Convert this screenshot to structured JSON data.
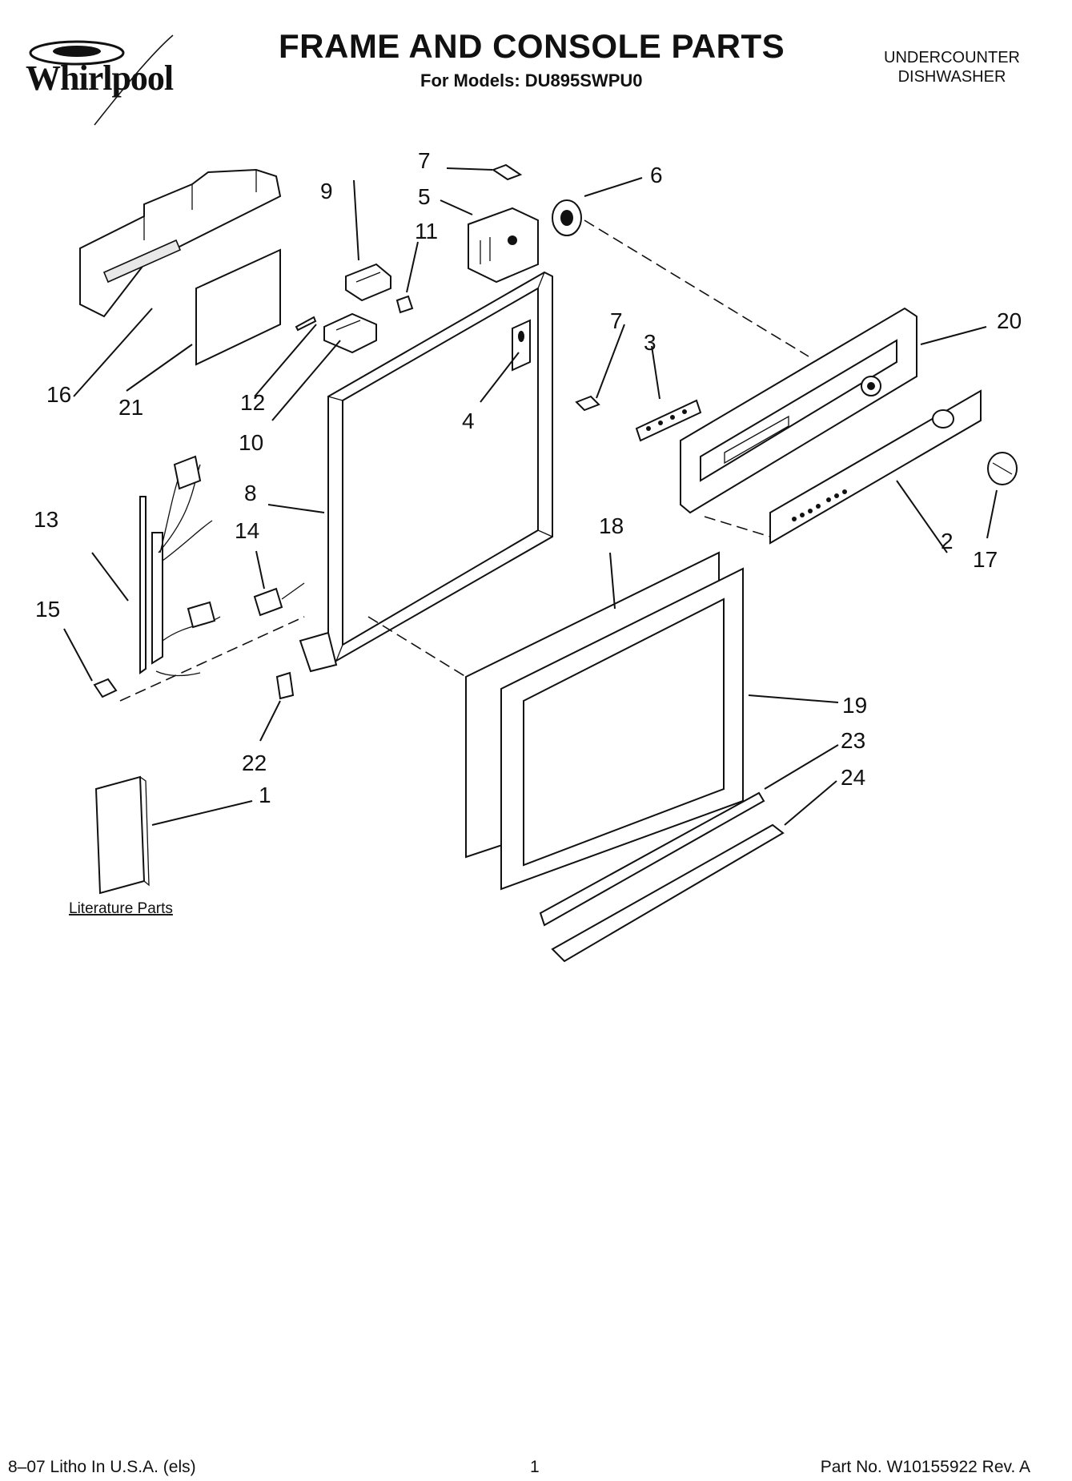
{
  "header": {
    "brand": "Whirlpool",
    "title": "FRAME AND CONSOLE PARTS",
    "subtitle": "For Models: DU895SWPU0",
    "product_line1": "UNDERCOUNTER",
    "product_line2": "DISHWASHER"
  },
  "callouts": {
    "c1": "1",
    "c2": "2",
    "c3": "3",
    "c4": "4",
    "c5": "5",
    "c6": "6",
    "c7a": "7",
    "c7b": "7",
    "c8": "8",
    "c9": "9",
    "c10": "10",
    "c11": "11",
    "c12": "12",
    "c13": "13",
    "c14": "14",
    "c15": "15",
    "c16": "16",
    "c17": "17",
    "c18": "18",
    "c19": "19",
    "c20": "20",
    "c21": "21",
    "c22": "22",
    "c23": "23",
    "c24": "24"
  },
  "literature_label": "Literature Parts",
  "footer": {
    "left": "8–07 Litho In U.S.A. (els)",
    "page": "1",
    "part_no": "Part No. W10155922 Rev. A"
  }
}
